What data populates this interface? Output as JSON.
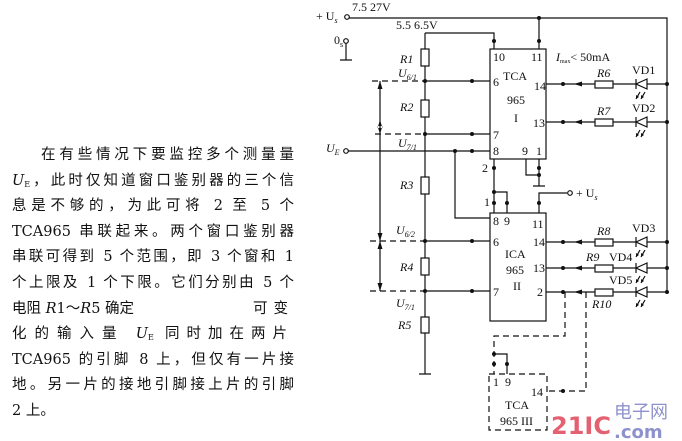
{
  "paragraph": {
    "l1": "在有些情况下要监控多个测量量",
    "l2_var": "U",
    "l2_sub": "E",
    "l2": "，此时仅知道窗口鉴别器的三个信",
    "l3": "息是不够的，为此可将 2 至 5 个",
    "l4": "TCA965 串联起来。两个窗口鉴别器",
    "l5": "串联可得到 5 个范围，即 3 个窗和 1",
    "l6": "个上限及 1 个下限。它们分别由 5 个",
    "l7a": "电阻",
    "l7r1": "R",
    "l7b": "1～",
    "l7r5": "R",
    "l7c": "5 确定",
    "l7d": "可变",
    "l8a": "化的输入量",
    "l8_var": "U",
    "l8_sub": "E",
    "l8b": "同时加在两片",
    "l9": "TCA965 的引脚 8 上，但仅有一片接",
    "l10": "地。另一片的接地引脚接上片的引脚",
    "l11": "2 上。"
  },
  "circuit": {
    "supply_label": "+ U",
    "supply_sub": "s",
    "supply_range": "7.5  27V",
    "ref_voltage": "5.5  6.5V",
    "ground_label": "0",
    "ground_sub": "s",
    "input_label": "U",
    "input_sub": "E",
    "supply2_label": "+ U",
    "supply2_sub": "s",
    "imax_label": "I",
    "imax_sub": "max",
    "imax_value": "< 50mA",
    "nodes": {
      "u61": "U",
      "u61_sub": "6/1",
      "u71": "U",
      "u71_sub": "7/1",
      "u62": "U",
      "u62_sub": "6/2",
      "u72": "U",
      "u72_sub": "7/1"
    },
    "resistors": [
      "R1",
      "R2",
      "R3",
      "R4",
      "R5",
      "R6",
      "R7",
      "R8",
      "R9",
      "R10"
    ],
    "leds": [
      "VD1",
      "VD2",
      "VD3",
      "VD4",
      "VD5"
    ],
    "ic1": {
      "name1": "TCA",
      "name2": "965",
      "num": "I",
      "pins": {
        "p10": "10",
        "p11": "11",
        "p6": "6",
        "p7": "7",
        "p8": "8",
        "p9": "9",
        "p1": "1",
        "p14": "14",
        "p13": "13",
        "p2": "2"
      }
    },
    "ic2": {
      "name1": "ICA",
      "name2": "965",
      "num": "II",
      "pins": {
        "p1": "1",
        "p8": "8",
        "p9": "9",
        "p11": "11",
        "p6": "6",
        "p7": "7",
        "p14": "14",
        "p13": "13",
        "p2": "2"
      }
    },
    "ic3": {
      "name1": "TCA",
      "name2": "965 III",
      "pins": {
        "p1": "1",
        "p9": "9",
        "p14": "14"
      }
    }
  },
  "watermark": {
    "brand": "21IC",
    "cn": "电子网",
    "domain": ".com",
    "color": "#e0465a",
    "color2": "#7b7fc4"
  }
}
